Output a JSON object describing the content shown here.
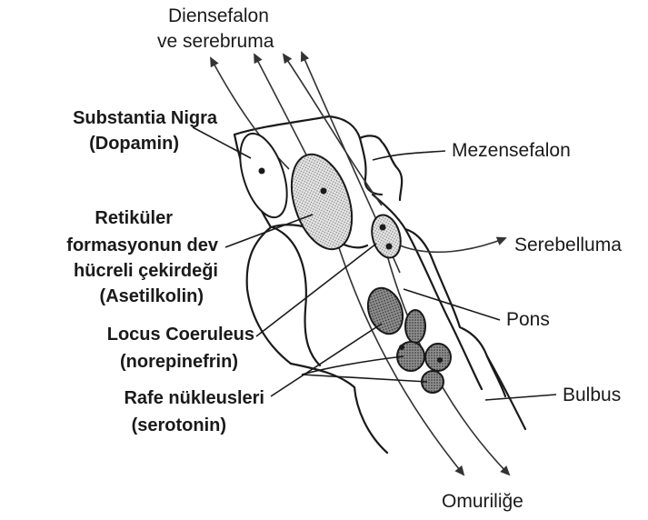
{
  "labels": {
    "top_line1": "Diensefalon",
    "top_line2": "ve serebruma",
    "bottom": "Omuriliğe",
    "mezensefalon": "Mezensefalon",
    "serebelluma": "Serebelluma",
    "pons": "Pons",
    "bulbus": "Bulbus"
  },
  "nuclei": {
    "substantia_nigra": {
      "name": "Substantia Nigra",
      "transmitter": "(Dopamin)"
    },
    "retikuler": {
      "line1": "Retiküler",
      "line2": "formasyonun dev",
      "line3": "hücreli çekirdeği",
      "transmitter": "(Asetilkolin)"
    },
    "locus_coeruleus": {
      "name": "Locus Coeruleus",
      "transmitter": "(norepinefrin)"
    },
    "rafe": {
      "name": "Rafe nükleusleri",
      "transmitter": "(serotonin)"
    }
  },
  "colors": {
    "ink": "#1a1a1a",
    "dotted_fill": "#bdbdbd",
    "dark_fill": "#6f6f6f"
  }
}
